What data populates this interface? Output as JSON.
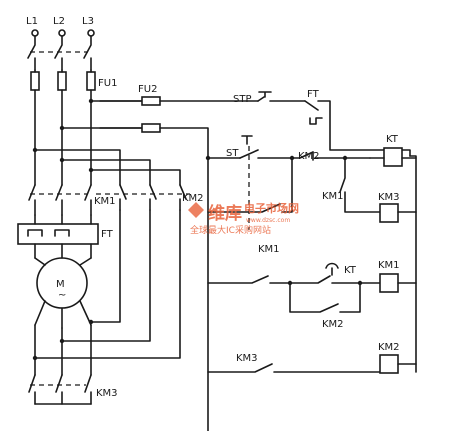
{
  "labels": {
    "l1": "L1",
    "l2": "L2",
    "l3": "L3",
    "fu1": "FU1",
    "fu2": "FU2",
    "stp": "STP",
    "ft_top": "FT",
    "st": "ST",
    "km2_contact_top": "KM2",
    "kt_coil": "KT",
    "km1_contact": "KM1",
    "km3_coil": "KM3",
    "km1_main": "KM1",
    "km2_main": "KM2",
    "ft_relay": "FT",
    "km1_under_st": "KM1",
    "kt_contact": "KT",
    "km1_coil": "KM1",
    "motor": "M",
    "motor_phase": "~",
    "km2_hold": "KM2",
    "km3_contact": "KM3",
    "km2_coil": "KM2",
    "km3_main": "KM3"
  },
  "watermark": {
    "brand": "维库",
    "title": "电子市场网",
    "url": "www.dzsc.com",
    "slogan": "全球最大IC采购网站"
  },
  "colors": {
    "ink": "#1a1a1a",
    "watermark": "#e8623a"
  }
}
